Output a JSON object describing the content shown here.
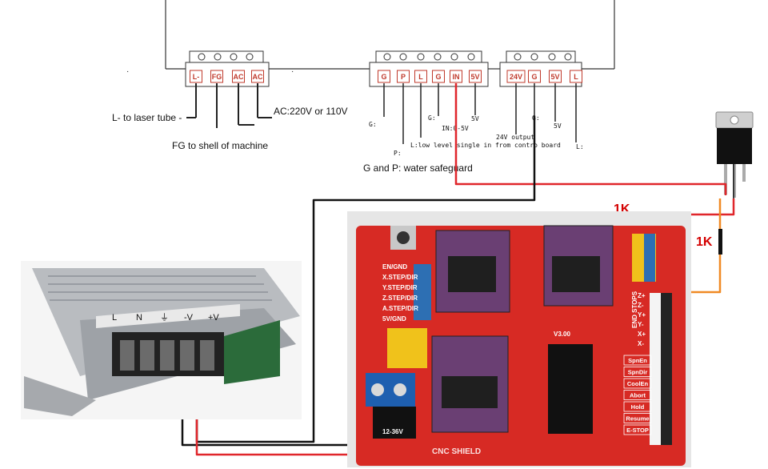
{
  "colors": {
    "red_wire": "#e0262b",
    "black_wire": "#111111",
    "orange_wire": "#f08a24",
    "board": "#d72a24",
    "driver": "#6a3f73"
  },
  "psu_left": {
    "terminals": [
      "L-",
      "FG",
      "AC",
      "AC"
    ],
    "labels": {
      "laser": "L- to laser tube -",
      "shell": "FG to shell of machine",
      "ac": "AC:220V or 110V"
    }
  },
  "psu_middle": {
    "terminals": [
      "G",
      "P",
      "L",
      "G",
      "IN",
      "5V"
    ],
    "labels": {
      "g1": "G:",
      "g2": "G:",
      "in": "IN:0-5V",
      "v5": "5V",
      "p": "P:",
      "l": "L:low level single in from contro  board",
      "water": "G and P: water safeguard"
    }
  },
  "psu_right": {
    "terminals": [
      "24V",
      "G",
      "5V",
      "L"
    ],
    "labels": {
      "out24": "24V output",
      "g": "G:",
      "v5": "5V",
      "l": "L:"
    }
  },
  "resistors": {
    "r1": "1K",
    "r2": "1K"
  },
  "photo_psu": {
    "strip": [
      "L",
      "N",
      "⏚",
      "-V",
      "+V"
    ]
  },
  "board": {
    "left_pins": [
      "EN/GND",
      "X.STEP/DIR",
      "Y.STEP/DIR",
      "Z.STEP/DIR",
      "A.STEP/DIR",
      "5V/GND"
    ],
    "right_pins": [
      "Z+",
      "Z-",
      "Y+",
      "Y-",
      "X+",
      "X-"
    ],
    "endstops": "END STOPS",
    "buttons": [
      "SpnEn",
      "SpnDir",
      "CoolEn",
      "Abort",
      "Hold",
      "Resume",
      "E-STOP"
    ],
    "voltage": "12-36V",
    "footer": "CNC SHIELD",
    "version": "V3.00"
  }
}
